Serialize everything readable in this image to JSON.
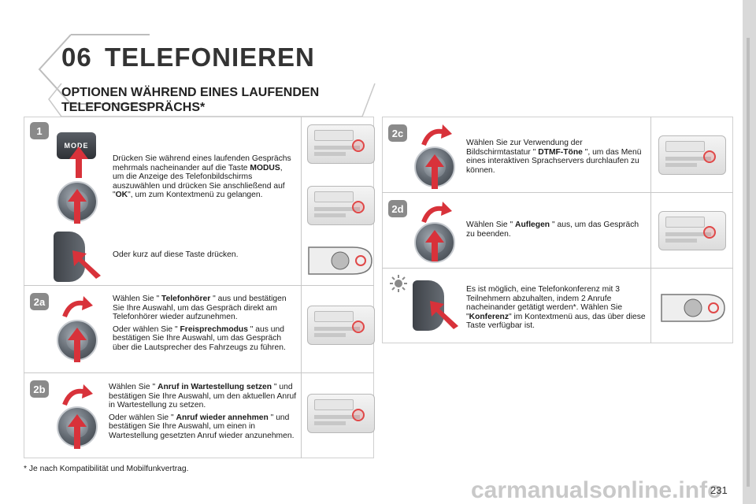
{
  "header": {
    "chapter_number": "06",
    "chapter_title": "TELEFONIEREN"
  },
  "section": {
    "title_line1": "OPTIONEN WÄHREND EINES LAUFENDEN",
    "title_line2": "TELEFONGESPRÄCHS*"
  },
  "steps": {
    "s1": {
      "badge": "1",
      "mode_label": "MODE",
      "text_pre": "Drücken Sie während eines laufenden Gesprächs mehrmals nacheinander auf die Taste ",
      "text_bold": "MODUS",
      "text_mid": ", um die Anzeige des Telefonbildschirms auszuwählen und drücken Sie anschließend auf \"",
      "text_bold2": "OK",
      "text_post": "\", um zum Kontextmenü zu gelangen.",
      "text_alt": "Oder kurz auf diese Taste drücken."
    },
    "s2a": {
      "badge": "2a",
      "p1_pre": "Wählen Sie \" ",
      "p1_bold": "Telefonhörer",
      "p1_post": " \" aus und bestätigen Sie Ihre Auswahl, um das Gespräch direkt am Telefonhörer wieder aufzunehmen.",
      "p2_pre": "Oder wählen Sie \" ",
      "p2_bold": "Freisprechmodus",
      "p2_post": " \" aus und bestätigen Sie Ihre Auswahl, um das Gespräch über die Lautsprecher des Fahrzeugs zu führen."
    },
    "s2b": {
      "badge": "2b",
      "p1_pre": "Wählen Sie \" ",
      "p1_bold": "Anruf in Wartestellung setzen",
      "p1_post": " \" und bestätigen Sie Ihre Auswahl, um den aktuellen Anruf in Wartestellung zu setzen.",
      "p2_pre": "Oder wählen Sie \" ",
      "p2_bold": "Anruf wieder annehmen",
      "p2_post": " \" und bestätigen Sie Ihre Auswahl, um einen in Wartestellung gesetzten Anruf wieder anzunehmen."
    },
    "s2c": {
      "badge": "2c",
      "p1_pre": "Wählen Sie zur Verwendung der Bildschirmtastatur \" ",
      "p1_bold": "DTMF-Töne",
      "p1_post": " \", um das Menü eines interaktiven Sprachservers durchlaufen zu können."
    },
    "s2d": {
      "badge": "2d",
      "p1_pre": "Wählen Sie \" ",
      "p1_bold": "Auflegen",
      "p1_post": " \" aus, um das Gespräch zu beenden."
    },
    "conf": {
      "p1_pre": "Es ist möglich, eine Telefonkonferenz mit 3 Teilnehmern abzuhalten, indem 2 Anrufe nacheinander getätigt werden*. Wählen Sie \"",
      "p1_bold": "Konferenz",
      "p1_post": "\" im Kontextmenü aus, das über diese Taste verfügbar ist."
    }
  },
  "footnote": "* Je nach Kompatibilität und Mobilfunkvertrag.",
  "page_number": "231",
  "watermark": "carmanualsonline.info",
  "colors": {
    "arrow_red": "#d8323a",
    "badge_grey": "#8a8a8a",
    "panel_border": "#d0d0d0"
  }
}
